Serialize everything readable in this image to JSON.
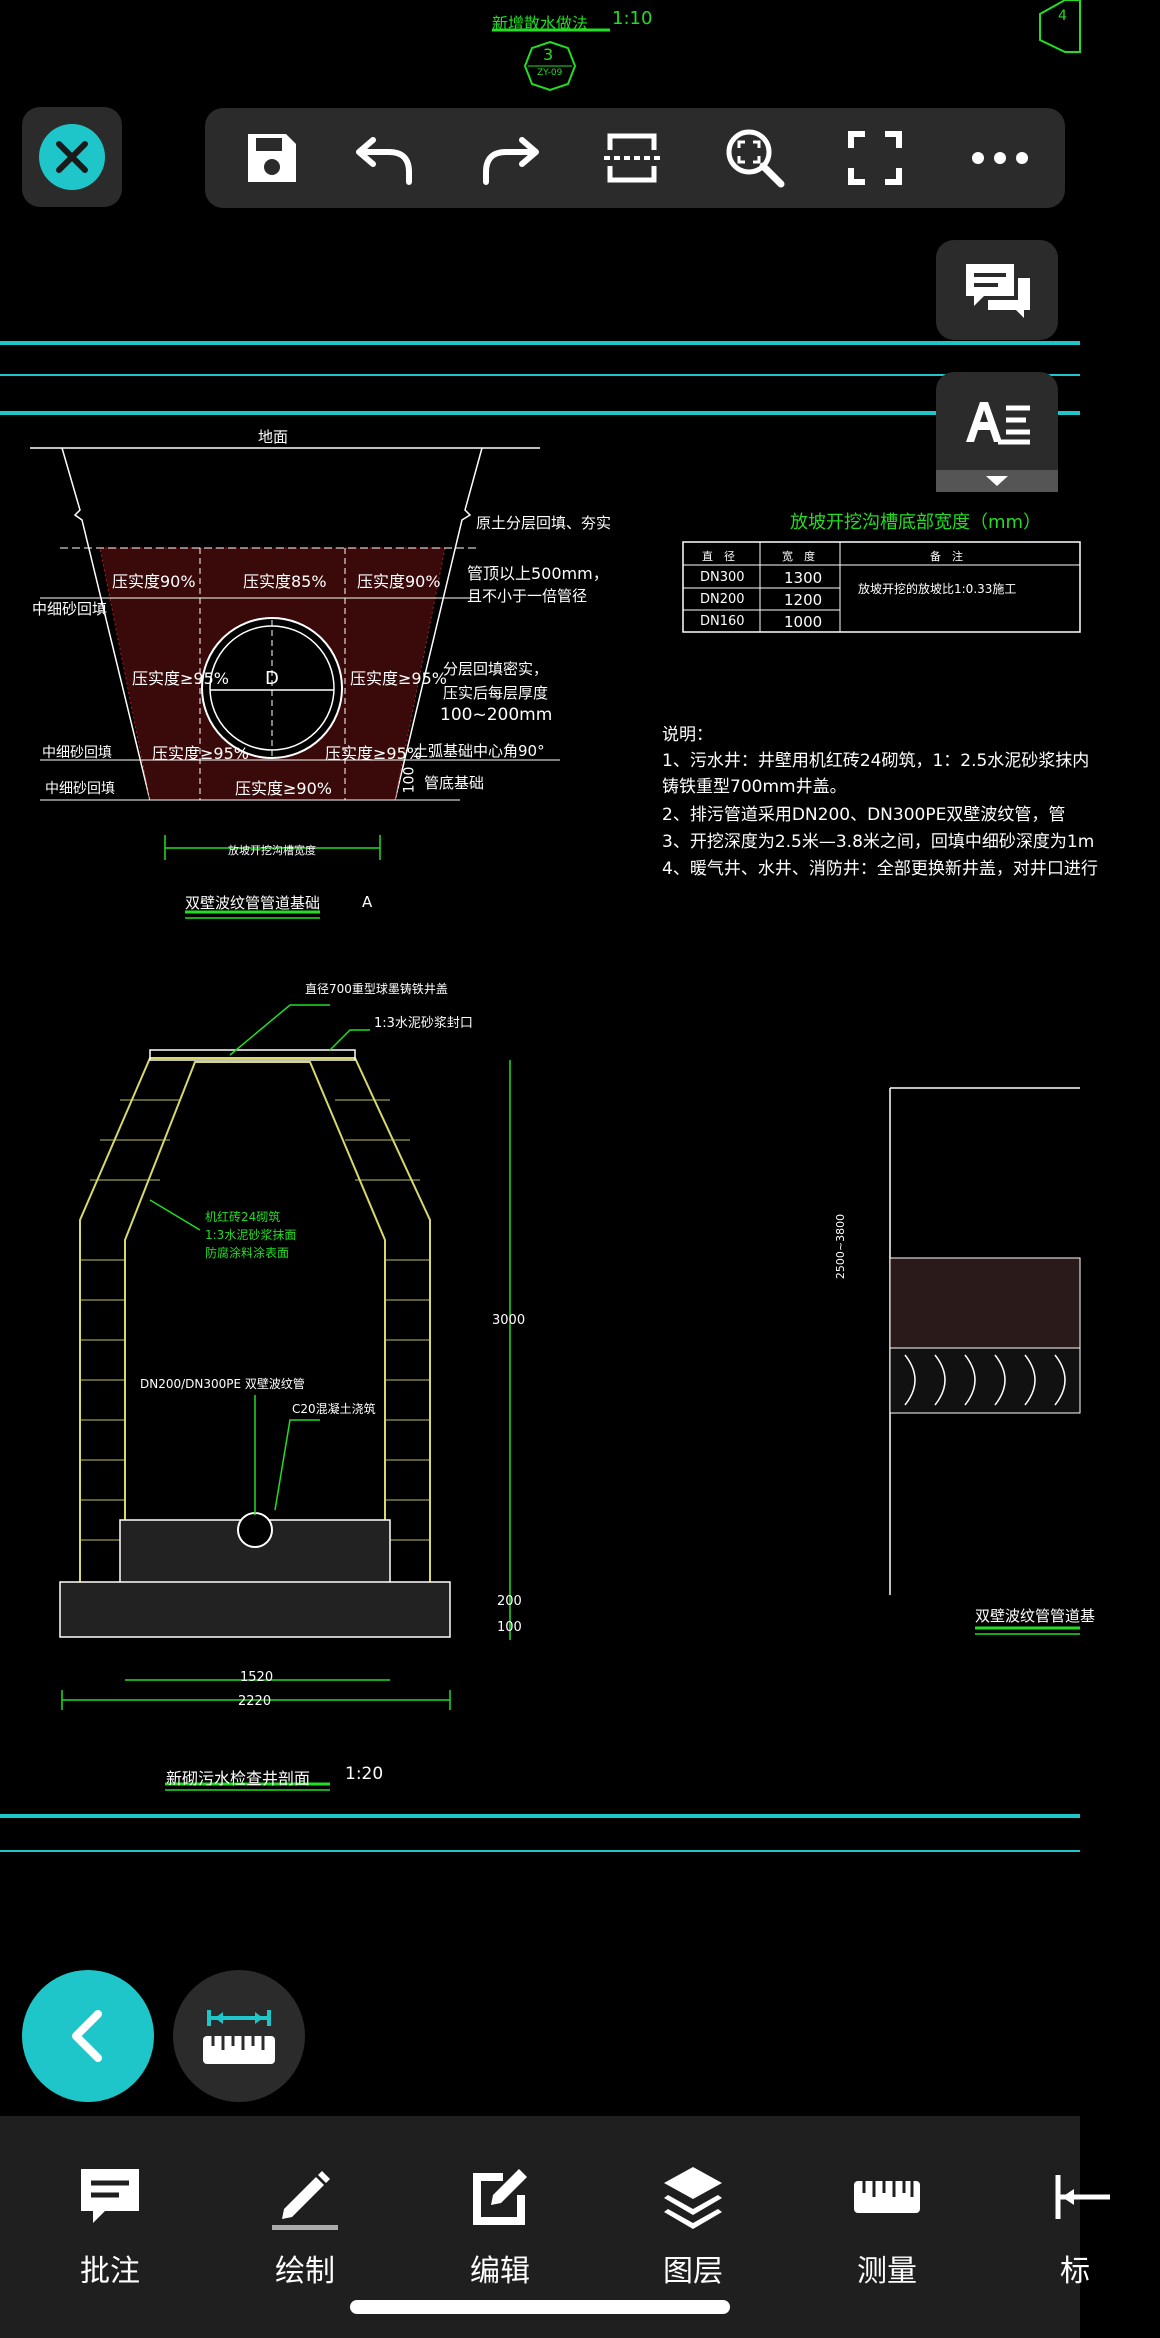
{
  "colors": {
    "background": "#000000",
    "accent_cyan": "#1fc6c9",
    "cad_green": "#22dd22",
    "cad_yellow": "#d8d86a",
    "cad_white": "#ffffff",
    "toolbar_bg": "#2b2b2b",
    "bottom_bar_bg": "#1f1f1f"
  },
  "drawing": {
    "top_title": "新增散水做法",
    "top_scale": "1:10",
    "top_badge_number": "3",
    "top_badge_sub": "ZY-09",
    "corner_badge_number": "4",
    "ground_label": "地面",
    "trench_labels": {
      "backfill_top": "原土分层回填、夯实",
      "left_90": "压实度90%",
      "center_85": "压实度85%",
      "right_90": "压实度90%",
      "crown_500": "管顶以上500mm，",
      "crown_500_b": "且不小于一倍管径",
      "mid_sand": "中细砂回填",
      "left_95": "压实度≥95%",
      "right_95": "压实度≥95%",
      "pipe_d": "D",
      "layer_1": "分层回填密实，",
      "layer_2": "压实后每层厚度",
      "layer_3": "100~200mm",
      "bottom_left_95": "压实度≥95%",
      "bottom_right_95": "压实度≥95%",
      "base_angle": "土弧基础中心角90°",
      "sand_fill_1": "中细砂回填",
      "sand_fill_2": "中细砂回填",
      "bottom_90": "压实度≥90%",
      "pipe_base": "管底基础",
      "dim_100": "100",
      "trench_width": "放坡开挖沟槽宽度",
      "caption": "双壁波纹管管道基础",
      "caption_a": "A"
    },
    "table": {
      "title": "放坡开挖沟槽底部宽度（mm）",
      "headers": [
        "直　径",
        "宽　度",
        "备　注"
      ],
      "rows": [
        [
          "DN300",
          "1300"
        ],
        [
          "DN200",
          "1200"
        ],
        [
          "DN160",
          "1000"
        ]
      ],
      "note": "放坡开挖的放坡比1:0.33施工"
    },
    "notes": {
      "title": "说明：",
      "line1": "1、污水井：井壁用机红砖24砌筑，1：2.5水泥砂浆抹内",
      "line1b": "铸铁重型700mm井盖。",
      "line2": "2、排污管道采用DN200、DN300PE双壁波纹管，管",
      "line3": "3、开挖深度为2.5米—3.8米之间，回填中细砂深度为1m",
      "line4": "4、暖气井、水井、消防井：全部更换新井盖，对井口进行"
    },
    "well": {
      "cover": "直径700重型球墨铸铁井盖",
      "mortar": "1:3水泥砂浆封口",
      "brick_1": "机红砖24砌筑",
      "brick_2": "1:3水泥砂浆抹面",
      "brick_3": "防腐涂料涂表面",
      "pipe": "DN200/DN300PE 双壁波纹管",
      "c20": "C20混凝土浇筑",
      "dim_3000": "3000",
      "dim_200": "200",
      "dim_100": "100",
      "dim_1520": "1520",
      "dim_2220": "2220",
      "caption": "新砌污水检查井剖面",
      "scale": "1:20"
    },
    "right_section": {
      "dim_vertical": "2500~3800",
      "caption": "双壁波纹管管道基"
    }
  },
  "toolbar": {
    "close": "close-icon",
    "items": [
      "save-icon",
      "undo-icon",
      "redo-icon",
      "crop-icon",
      "zoom-fit-icon",
      "fullscreen-icon",
      "more-icon"
    ]
  },
  "side_buttons": [
    "comments-icon",
    "text-layers-icon"
  ],
  "bottom_nav": {
    "items": [
      {
        "label": "批注",
        "icon": "annotate-icon"
      },
      {
        "label": "绘制",
        "icon": "pencil-icon"
      },
      {
        "label": "编辑",
        "icon": "edit-icon"
      },
      {
        "label": "图层",
        "icon": "layers-icon"
      },
      {
        "label": "测量",
        "icon": "ruler-icon"
      },
      {
        "label": "标",
        "icon": "dimension-icon"
      }
    ]
  }
}
